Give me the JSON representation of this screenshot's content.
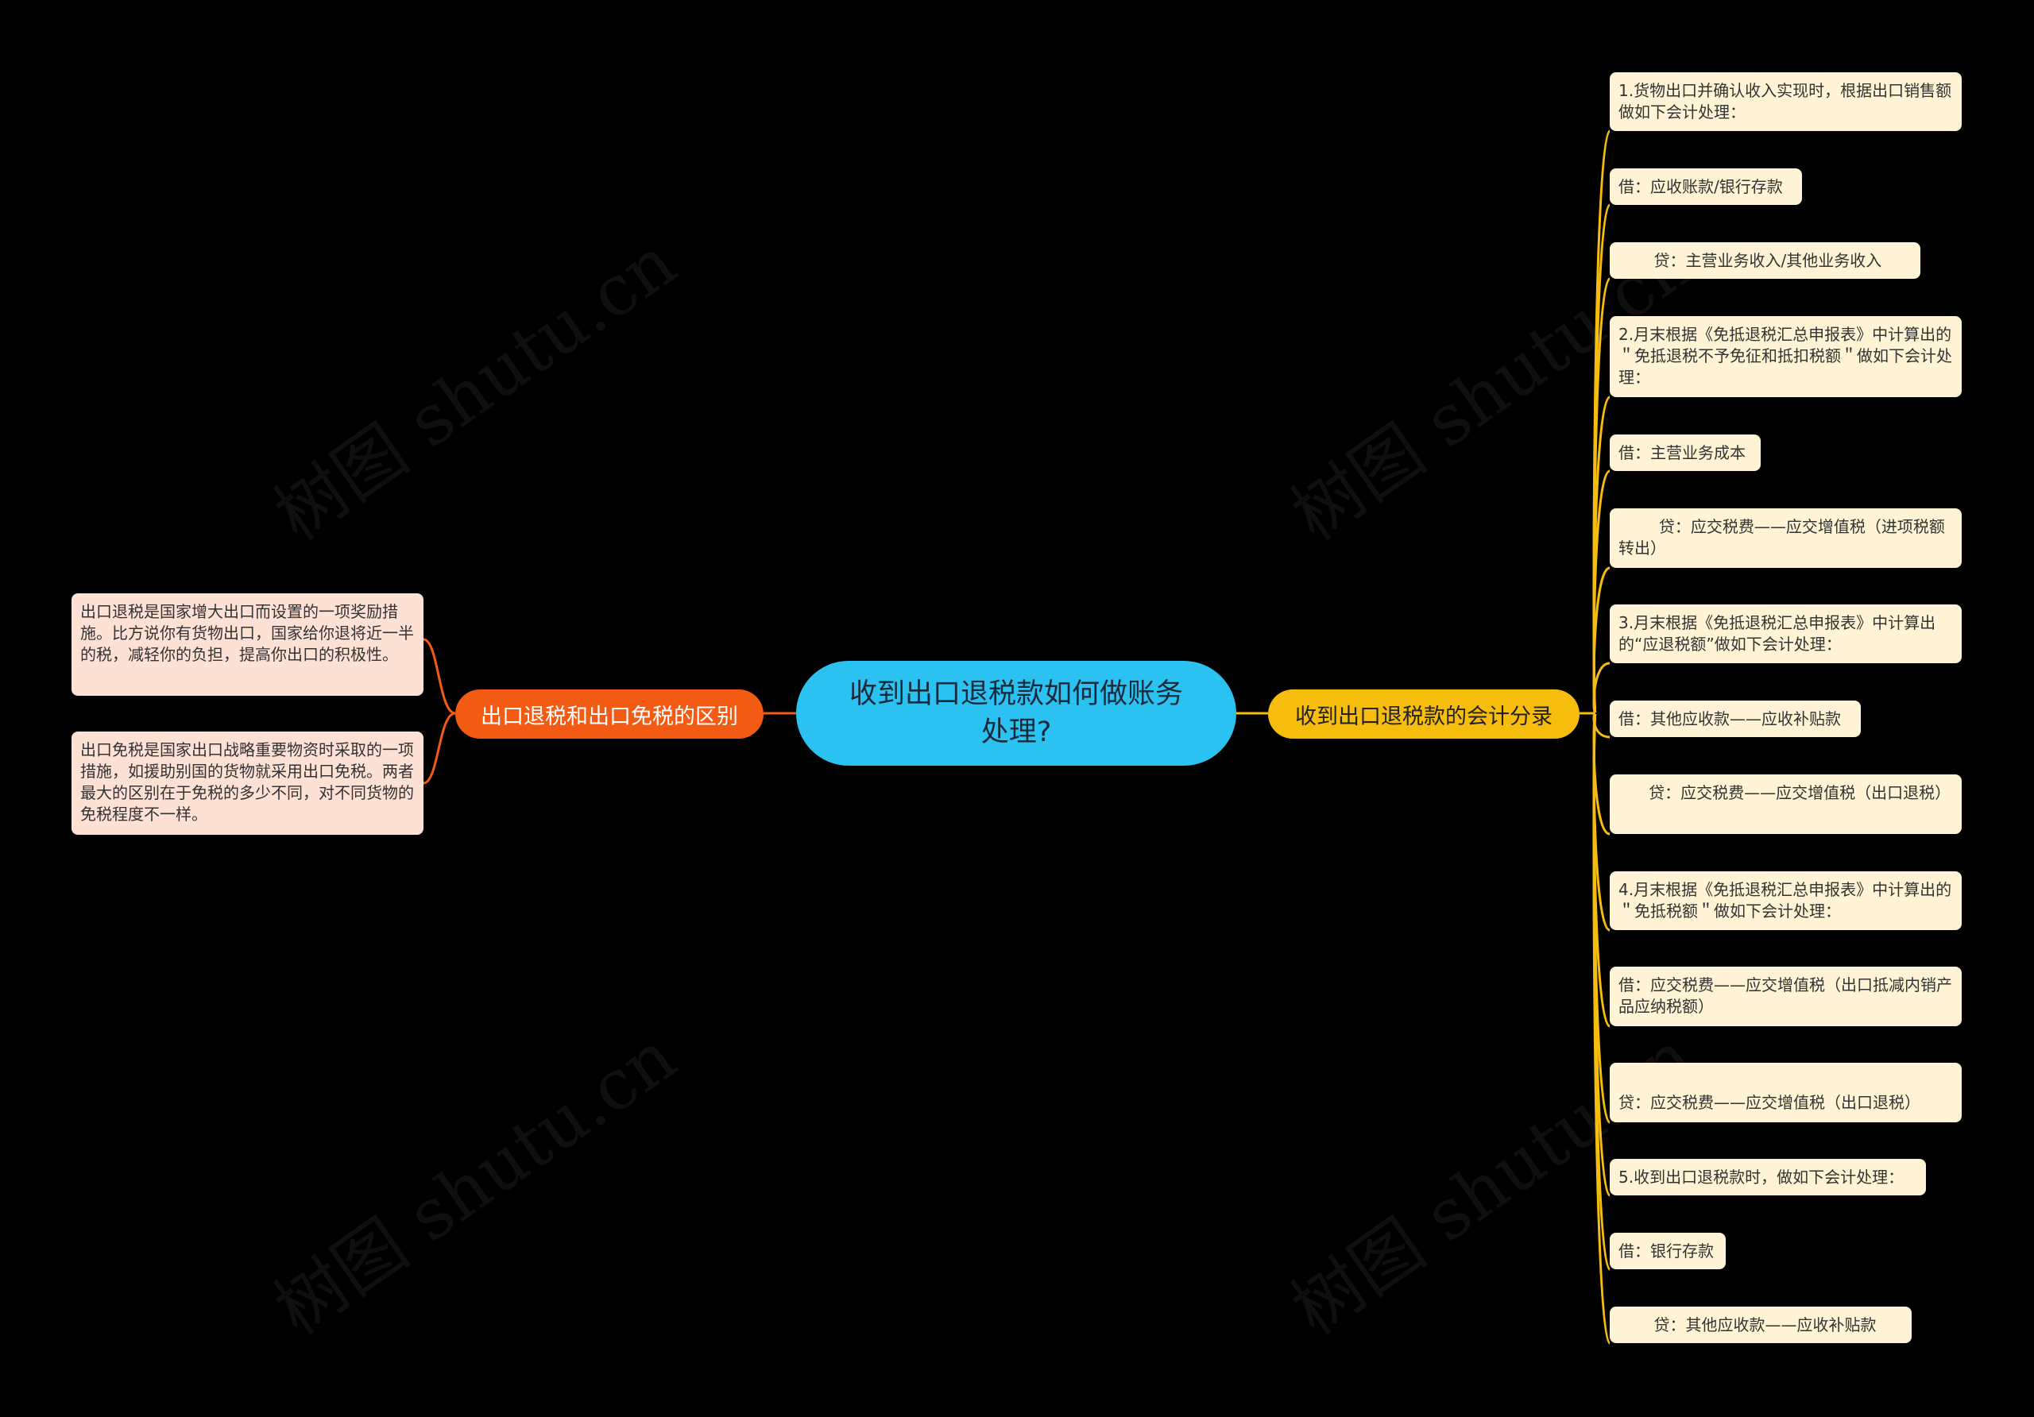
{
  "center": {
    "title": "收到出口退税款如何做账务处理?"
  },
  "left_branch": {
    "label": "出口退税和出口免税的区别",
    "notes": [
      "出口退税是国家增大出口而设置的一项奖励措施。比方说你有货物出口，国家给你退将近一半的税，减轻你的负担，提高你出口的积极性。",
      "出口免税是国家出口战略重要物资时采取的一项措施，如援助别国的货物就采用出口免税。两者最大的区别在于免税的多少不同，对不同货物的免税程度不一样。"
    ]
  },
  "right_branch": {
    "label": "收到出口退税款的会计分录",
    "items": [
      "1.货物出口并确认收入实现时，根据出口销售额做如下会计处理：",
      "借：应收账款/银行存款",
      "       贷：主营业务收入/其他业务收入",
      "2.月末根据《免抵退税汇总申报表》中计算出的＂免抵退税不予免征和抵扣税额＂做如下会计处理：",
      "借：主营业务成本",
      "        贷：应交税费——应交增值税（进项税额转出）",
      "3.月末根据《免抵退税汇总申报表》中计算出的“应退税额”做如下会计处理：",
      "借：其他应收款——应收补贴款",
      "      贷：应交税费——应交增值税（出口退税）",
      "4.月末根据《免抵退税汇总申报表》中计算出的＂免抵税额＂做如下会计处理：",
      "借：应交税费——应交增值税（出口抵减内销产品应纳税额）",
      "       贷：应交税费——应交增值税（出口退税）",
      "5.收到出口退税款时，做如下会计处理：",
      "借：银行存款",
      "       贷：其他应收款——应收补贴款"
    ]
  },
  "watermark": "树图 shutu.cn",
  "colors": {
    "background": "#000000",
    "center": "#2bc2f2",
    "left_branch": "#f35a14",
    "right_branch": "#f7bd0c",
    "leaf": "#fef3d5",
    "note": "#fde1d5"
  }
}
